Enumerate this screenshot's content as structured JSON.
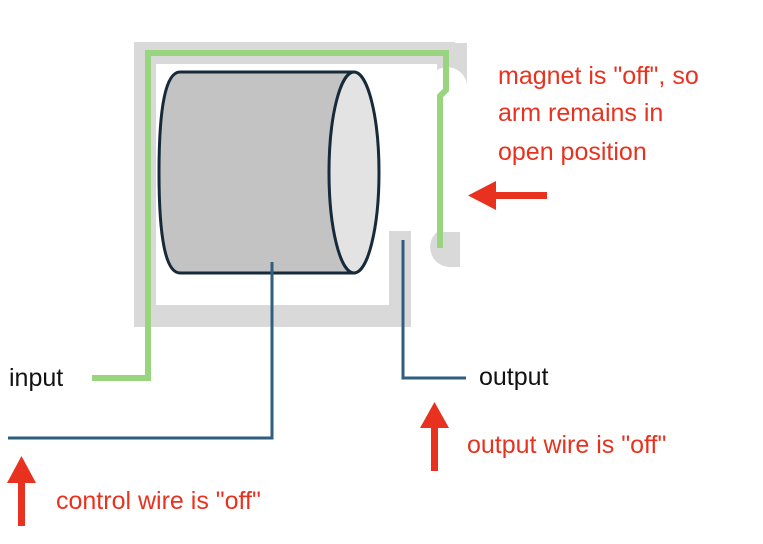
{
  "colors": {
    "background": "#ffffff",
    "frame": "#d9d9d9",
    "input_wire": "#99d47f",
    "control_wire": "#2f5e7e",
    "output_wire": "#2f5e7e",
    "coil_body": "#c3c3c3",
    "coil_face": "#e3e3e3",
    "coil_outline": "#172a3a",
    "annotation": "#e8321f"
  },
  "labels": {
    "input": "input",
    "output": "output"
  },
  "annotations": {
    "magnet_line1": "magnet is \"off\", so",
    "magnet_line2": "arm remains in",
    "magnet_line3": "open position",
    "output_note": "output wire is \"off\"",
    "control_note": "control wire is \"off\""
  }
}
